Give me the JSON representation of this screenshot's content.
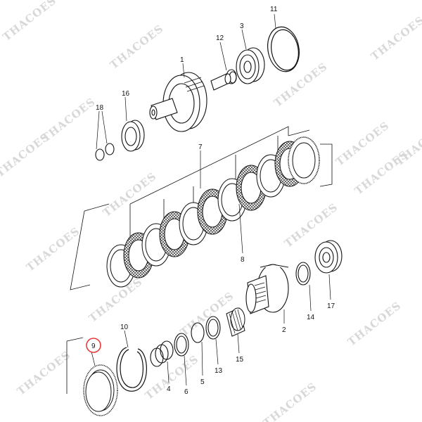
{
  "diagram": {
    "watermark_text": "THACOES",
    "highlight_color": "#e23b3b",
    "highlighted_callout": "9",
    "callouts": {
      "c1": "1",
      "c2": "2",
      "c3": "3",
      "c4": "4",
      "c5": "5",
      "c6": "6",
      "c7": "7",
      "c8": "8",
      "c9": "9",
      "c10": "10",
      "c11": "11",
      "c12": "12",
      "c13": "13",
      "c14": "14",
      "c15": "15",
      "c16": "16",
      "c17": "17",
      "c18": "18"
    }
  }
}
